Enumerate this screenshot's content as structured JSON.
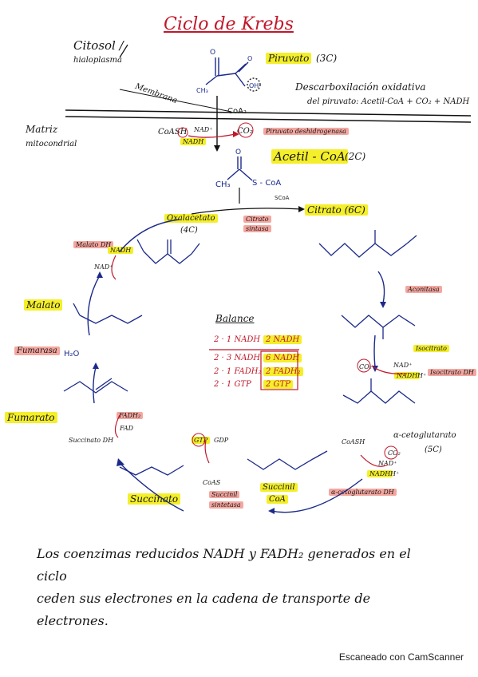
{
  "title": "Ciclo de Krebs",
  "top": {
    "citosol": "Citosol /",
    "hialoplasma": "hialoplasma",
    "membrana": "Membrana",
    "matriz": "Matriz",
    "mitocondrial": "mitocondrial",
    "piruvato": "Piruvato",
    "piruvato_c": "(3C)",
    "decarb_1": "Descarboxilación oxidativa",
    "decarb_2": "del piruvato: Acetil-CoA + CO₂ + NADH",
    "coas": "CoASH",
    "nadplus": "NAD⁺",
    "nadh": "NADH",
    "co2": "CO₂",
    "pdh": "Piruvato deshidrogenasa",
    "acetil": "Acetil - CoA",
    "acetil_c": "(2C)",
    "ch3": "CH₃",
    "scoa": "S - CoA"
  },
  "cycle": {
    "oxalacetato": "Oxalacetato",
    "oxalacetato_c": "(4C)",
    "citrato_sintasa_1": "Citrato",
    "citrato_sintasa_2": "sintasa",
    "citrato": "Citrato (6C)",
    "malato_dh": "Malato DH",
    "nadh": "NADH",
    "nad": "NAD⁺",
    "aconitasa": "Aconitasa",
    "malato": "Malato",
    "isocitrato": "Isocitrato",
    "isocitrato_dh": "Isocitrato DH",
    "fumarasa": "Fumarasa",
    "h2o": "H₂O",
    "fumarato": "Fumarato",
    "fadh2": "FADH₂",
    "fad": "FAD",
    "succinato_dh": "Succinato DH",
    "akg": "α-cetoglutarato",
    "akg_c": "(5C)",
    "akg_dh": "α-cetoglutarato DH",
    "coash": "CoASH",
    "gtp": "GTP",
    "gdp": "GDP",
    "coas": "CoAS",
    "succinil_sintetasa_1": "Succinil",
    "succinil_sintetasa_2": "sintetasa",
    "succinato": "Succinato",
    "succinil": "Succinil",
    "succinil_2": "CoA",
    "hplus": "H⁺"
  },
  "balance": {
    "title": "Balance",
    "rows": [
      {
        "left": "2 · 1 NADH",
        "right": "2 NADH"
      },
      {
        "left": "2 · 3 NADH",
        "right": "6 NADH"
      },
      {
        "left": "2 · 1 FADH₂",
        "right": "2 FADH₂"
      },
      {
        "left": "2 · 1 GTP",
        "right": "2 GTP"
      }
    ]
  },
  "summary": {
    "line1": "Los coenzimas reducidos NADH y FADH₂ generados en el ciclo",
    "line2": "ceden sus electrones en la cadena de transporte de electrones."
  },
  "footer": "Escaneado con CamScanner",
  "colors": {
    "ink_red": "#c0182a",
    "ink_blue": "#1b2a8a",
    "highlight_yellow": "#f4ef2a",
    "highlight_pink": "#f3a7a0"
  }
}
